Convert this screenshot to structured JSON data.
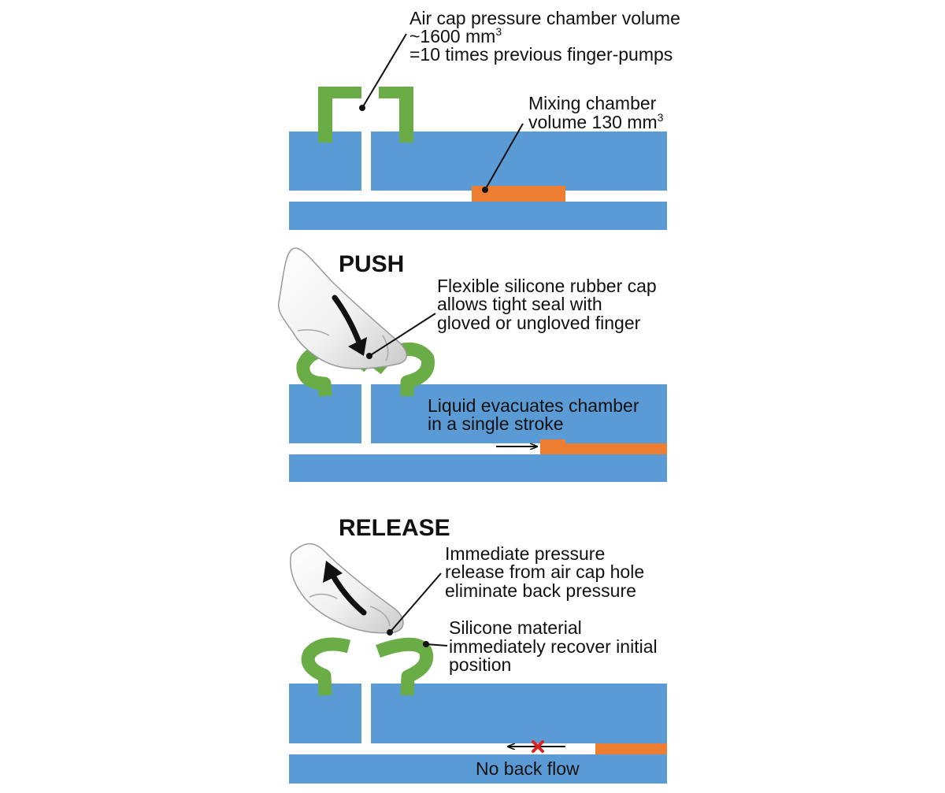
{
  "colors": {
    "chip": "#5b9bd5",
    "cap": "#6aac46",
    "liquid": "#ed7d31",
    "leader": "#111111",
    "no_flow_mark": "#e02020"
  },
  "panel1": {
    "air_cap_label": {
      "line1": "Air cap pressure chamber volume",
      "line2_prefix": "~1600 mm",
      "line2_sup": "3",
      "line3": "=10 times previous finger-pumps"
    },
    "mixing_label": {
      "line1": "Mixing chamber",
      "line2_prefix": "volume 130 mm",
      "line2_sup": "3"
    }
  },
  "panel2": {
    "heading": "PUSH",
    "cap_label": [
      "Flexible silicone rubber cap",
      "allows tight seal with",
      "gloved or ungloved finger"
    ],
    "liquid_label": [
      "Liquid evacuates chamber",
      "in a single stroke"
    ]
  },
  "panel3": {
    "heading": "RELEASE",
    "pressure_label": [
      "Immediate pressure",
      "release from air cap hole",
      "eliminate back pressure"
    ],
    "silicone_label": [
      "Silicone material",
      "immediately recover initial",
      "position"
    ],
    "backflow_label": "No back flow"
  }
}
